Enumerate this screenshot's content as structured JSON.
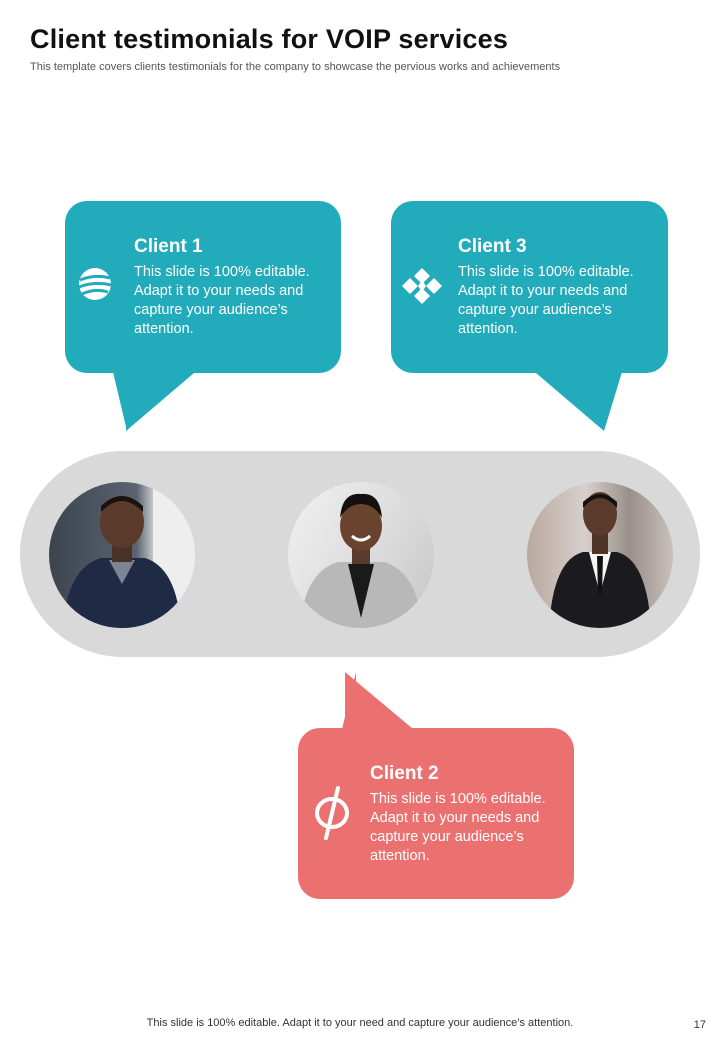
{
  "header": {
    "title": "Client testimonials for VOIP services",
    "subtitle": "This template covers clients testimonials for the company to  showcase the pervious works and achievements"
  },
  "colors": {
    "teal": "#22abbb",
    "coral": "#eb7070",
    "track": "#d9d9d9"
  },
  "testimonials": [
    {
      "name": "Client 1",
      "text": "This slide is 100% editable. Adapt it to your needs and capture your audience’s attention.",
      "icon": "globe-icon",
      "color": "#22abbb"
    },
    {
      "name": "Client 2",
      "text": "This slide is 100% editable. Adapt it to your needs and capture your audience’s attention.",
      "icon": "phi-symbol-icon",
      "color": "#eb7070"
    },
    {
      "name": "Client 3",
      "text": "This slide is 100% editable. Adapt it to your needs and capture your audience’s attention.",
      "icon": "diamond-cluster-icon",
      "color": "#22abbb"
    }
  ],
  "footer": {
    "text": "This slide is 100% editable. Adapt it to your need and capture your audience’s attention.",
    "page_number": "17"
  }
}
